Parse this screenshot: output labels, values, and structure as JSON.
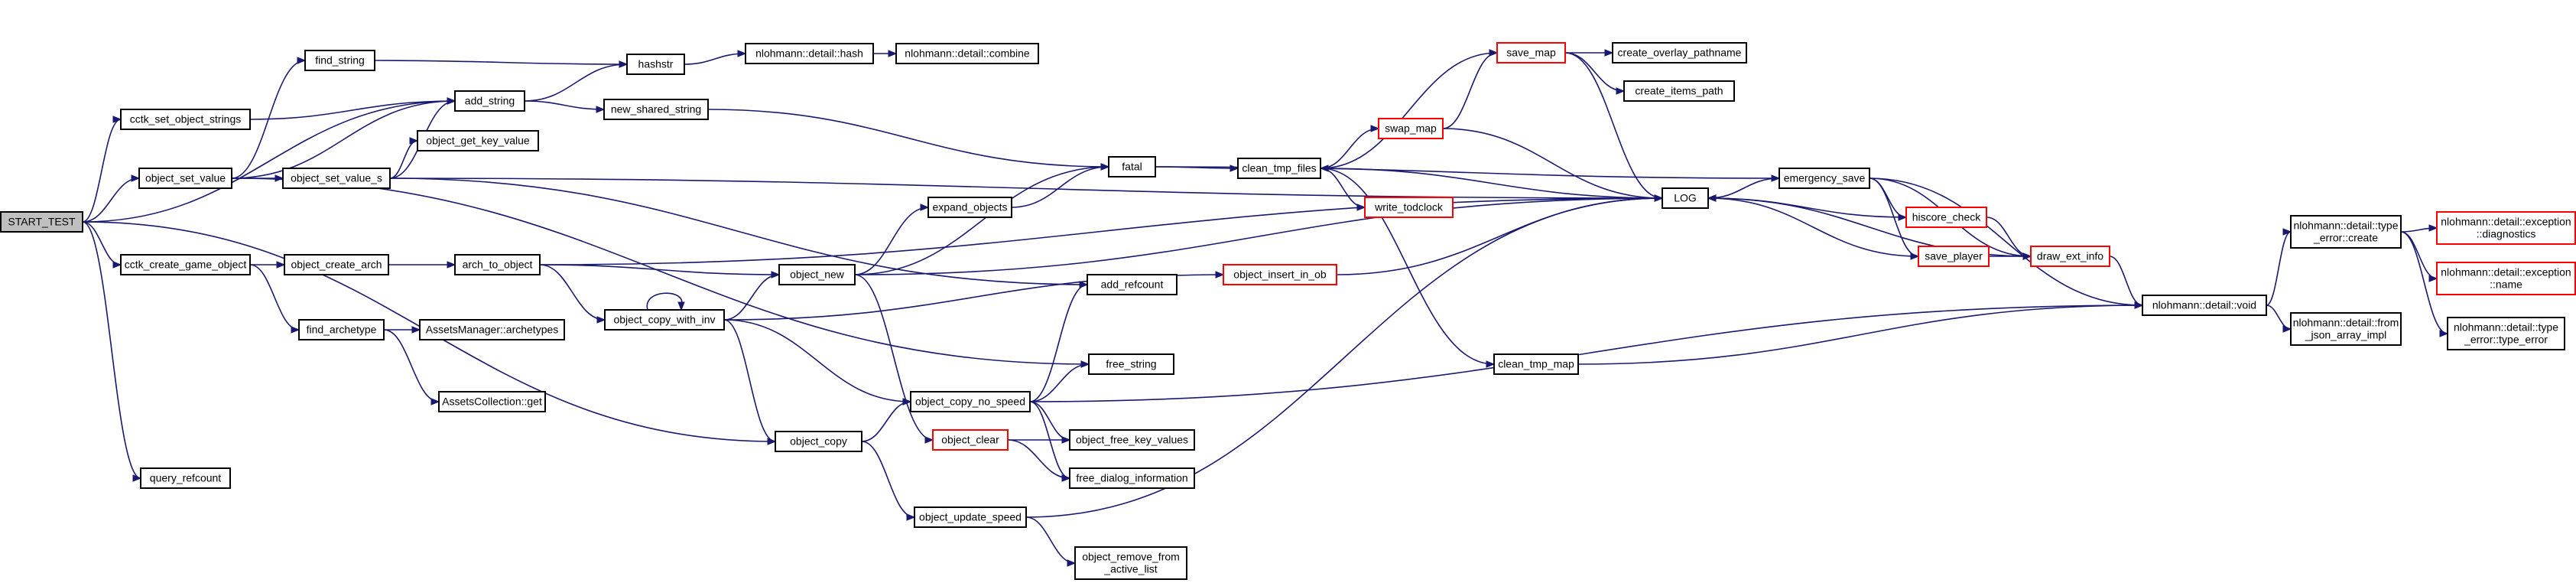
{
  "diagram": {
    "colors": {
      "edge": "#191970",
      "normal_border": "#000000",
      "truncated_border": "#ff0000",
      "root_fill": "#bfbfbf",
      "node_fill": "#ffffff"
    },
    "nodes": [
      {
        "id": "start_test",
        "lines": [
          "START_TEST"
        ],
        "style": "root"
      },
      {
        "id": "cctk_set_object_strings",
        "lines": [
          "cctk_set_object_strings"
        ],
        "style": "normal"
      },
      {
        "id": "object_set_value",
        "lines": [
          "object_set_value"
        ],
        "style": "normal"
      },
      {
        "id": "cctk_create_game_object",
        "lines": [
          "cctk_create_game_object"
        ],
        "style": "normal"
      },
      {
        "id": "query_refcount",
        "lines": [
          "query_refcount"
        ],
        "style": "normal"
      },
      {
        "id": "find_string",
        "lines": [
          "find_string"
        ],
        "style": "normal"
      },
      {
        "id": "add_string",
        "lines": [
          "add_string"
        ],
        "style": "normal"
      },
      {
        "id": "object_set_value_s",
        "lines": [
          "object_set_value_s"
        ],
        "style": "normal"
      },
      {
        "id": "object_get_key_value",
        "lines": [
          "object_get_key_value"
        ],
        "style": "normal"
      },
      {
        "id": "object_create_arch",
        "lines": [
          "object_create_arch"
        ],
        "style": "normal"
      },
      {
        "id": "find_archetype",
        "lines": [
          "find_archetype"
        ],
        "style": "normal"
      },
      {
        "id": "assets_manager_archetypes",
        "lines": [
          "AssetsManager::archetypes"
        ],
        "style": "normal"
      },
      {
        "id": "assets_collection_get",
        "lines": [
          "AssetsCollection::get"
        ],
        "style": "normal"
      },
      {
        "id": "hashstr",
        "lines": [
          "hashstr"
        ],
        "style": "normal"
      },
      {
        "id": "nlohmann_detail_hash",
        "lines": [
          "nlohmann::detail::hash"
        ],
        "style": "normal"
      },
      {
        "id": "nlohmann_detail_combine",
        "lines": [
          "nlohmann::detail::combine"
        ],
        "style": "normal"
      },
      {
        "id": "new_shared_string",
        "lines": [
          "new_shared_string"
        ],
        "style": "normal"
      },
      {
        "id": "arch_to_object",
        "lines": [
          "arch_to_object"
        ],
        "style": "normal"
      },
      {
        "id": "object_new",
        "lines": [
          "object_new"
        ],
        "style": "normal"
      },
      {
        "id": "object_copy_with_inv",
        "lines": [
          "object_copy_with_inv"
        ],
        "style": "normal"
      },
      {
        "id": "object_copy",
        "lines": [
          "object_copy"
        ],
        "style": "normal"
      },
      {
        "id": "expand_objects",
        "lines": [
          "expand_objects"
        ],
        "style": "normal"
      },
      {
        "id": "fatal",
        "lines": [
          "fatal"
        ],
        "style": "normal"
      },
      {
        "id": "add_refcount",
        "lines": [
          "add_refcount"
        ],
        "style": "normal"
      },
      {
        "id": "free_string",
        "lines": [
          "free_string"
        ],
        "style": "normal"
      },
      {
        "id": "object_copy_no_speed",
        "lines": [
          "object_copy_no_speed"
        ],
        "style": "normal"
      },
      {
        "id": "object_clear",
        "lines": [
          "object_clear"
        ],
        "style": "truncated"
      },
      {
        "id": "object_free_key_values",
        "lines": [
          "object_free_key_values"
        ],
        "style": "normal"
      },
      {
        "id": "free_dialog_information",
        "lines": [
          "free_dialog_information"
        ],
        "style": "normal"
      },
      {
        "id": "object_update_speed",
        "lines": [
          "object_update_speed"
        ],
        "style": "normal"
      },
      {
        "id": "object_remove_from_active_list",
        "lines": [
          "object_remove_from",
          "_active_list"
        ],
        "style": "normal"
      },
      {
        "id": "object_insert_in_ob",
        "lines": [
          "object_insert_in_ob"
        ],
        "style": "truncated"
      },
      {
        "id": "clean_tmp_files",
        "lines": [
          "clean_tmp_files"
        ],
        "style": "normal"
      },
      {
        "id": "save_map",
        "lines": [
          "save_map"
        ],
        "style": "truncated"
      },
      {
        "id": "swap_map",
        "lines": [
          "swap_map"
        ],
        "style": "truncated"
      },
      {
        "id": "write_todclock",
        "lines": [
          "write_todclock"
        ],
        "style": "truncated"
      },
      {
        "id": "clean_tmp_map",
        "lines": [
          "clean_tmp_map"
        ],
        "style": "normal"
      },
      {
        "id": "create_overlay_pathname",
        "lines": [
          "create_overlay_pathname"
        ],
        "style": "normal"
      },
      {
        "id": "create_items_path",
        "lines": [
          "create_items_path"
        ],
        "style": "normal"
      },
      {
        "id": "log",
        "lines": [
          "LOG"
        ],
        "style": "normal"
      },
      {
        "id": "emergency_save",
        "lines": [
          "emergency_save"
        ],
        "style": "normal"
      },
      {
        "id": "hiscore_check",
        "lines": [
          "hiscore_check"
        ],
        "style": "truncated"
      },
      {
        "id": "save_player",
        "lines": [
          "save_player"
        ],
        "style": "truncated"
      },
      {
        "id": "draw_ext_info",
        "lines": [
          "draw_ext_info"
        ],
        "style": "truncated"
      },
      {
        "id": "nlohmann_detail_void",
        "lines": [
          "nlohmann::detail::void"
        ],
        "style": "normal"
      },
      {
        "id": "nlohmann_type_error_create",
        "lines": [
          "nlohmann::detail::type",
          "_error::create"
        ],
        "style": "normal"
      },
      {
        "id": "nlohmann_from_json_array_impl",
        "lines": [
          "nlohmann::detail::from",
          "_json_array_impl"
        ],
        "style": "normal"
      },
      {
        "id": "nlohmann_exception_diagnostics",
        "lines": [
          "nlohmann::detail::exception",
          "::diagnostics"
        ],
        "style": "truncated"
      },
      {
        "id": "nlohmann_exception_name",
        "lines": [
          "nlohmann::detail::exception",
          "::name"
        ],
        "style": "truncated"
      },
      {
        "id": "nlohmann_type_error_type_error",
        "lines": [
          "nlohmann::detail::type",
          "_error::type_error"
        ],
        "style": "normal"
      }
    ],
    "edges": [
      [
        "start_test",
        "cctk_set_object_strings"
      ],
      [
        "start_test",
        "object_set_value"
      ],
      [
        "start_test",
        "cctk_create_game_object"
      ],
      [
        "start_test",
        "query_refcount"
      ],
      [
        "start_test",
        "add_string"
      ],
      [
        "start_test",
        "object_copy"
      ],
      [
        "cctk_set_object_strings",
        "add_string"
      ],
      [
        "object_set_value",
        "find_string"
      ],
      [
        "object_set_value",
        "add_string"
      ],
      [
        "object_set_value",
        "object_set_value_s"
      ],
      [
        "object_set_value",
        "free_string"
      ],
      [
        "object_set_value_s",
        "add_string"
      ],
      [
        "object_set_value_s",
        "object_get_key_value"
      ],
      [
        "object_set_value_s",
        "add_refcount"
      ],
      [
        "object_set_value_s",
        "log"
      ],
      [
        "cctk_create_game_object",
        "object_create_arch"
      ],
      [
        "cctk_create_game_object",
        "find_archetype"
      ],
      [
        "object_create_arch",
        "arch_to_object"
      ],
      [
        "find_archetype",
        "assets_manager_archetypes"
      ],
      [
        "find_archetype",
        "assets_collection_get"
      ],
      [
        "find_string",
        "hashstr"
      ],
      [
        "add_string",
        "hashstr"
      ],
      [
        "add_string",
        "new_shared_string"
      ],
      [
        "hashstr",
        "nlohmann_detail_hash"
      ],
      [
        "nlohmann_detail_hash",
        "nlohmann_detail_combine"
      ],
      [
        "new_shared_string",
        "fatal"
      ],
      [
        "arch_to_object",
        "object_new"
      ],
      [
        "arch_to_object",
        "object_copy_with_inv"
      ],
      [
        "arch_to_object",
        "log"
      ],
      [
        "object_copy_with_inv",
        "object_copy_with_inv"
      ],
      [
        "object_copy_with_inv",
        "object_new"
      ],
      [
        "object_copy_with_inv",
        "object_copy"
      ],
      [
        "object_copy_with_inv",
        "object_insert_in_ob"
      ],
      [
        "object_copy_with_inv",
        "object_copy_no_speed"
      ],
      [
        "object_new",
        "expand_objects"
      ],
      [
        "object_new",
        "fatal"
      ],
      [
        "object_new",
        "log"
      ],
      [
        "object_new",
        "object_clear"
      ],
      [
        "expand_objects",
        "fatal"
      ],
      [
        "object_copy",
        "object_copy_no_speed"
      ],
      [
        "object_copy",
        "object_update_speed"
      ],
      [
        "object_copy_no_speed",
        "add_refcount"
      ],
      [
        "object_copy_no_speed",
        "free_string"
      ],
      [
        "object_copy_no_speed",
        "object_free_key_values"
      ],
      [
        "object_copy_no_speed",
        "free_dialog_information"
      ],
      [
        "object_copy_no_speed",
        "nlohmann_detail_void"
      ],
      [
        "object_clear",
        "object_free_key_values"
      ],
      [
        "object_clear",
        "free_dialog_information"
      ],
      [
        "object_update_speed",
        "object_remove_from_active_list"
      ],
      [
        "object_update_speed",
        "log"
      ],
      [
        "object_insert_in_ob",
        "log"
      ],
      [
        "fatal",
        "clean_tmp_files"
      ],
      [
        "fatal",
        "emergency_save"
      ],
      [
        "clean_tmp_files",
        "save_map"
      ],
      [
        "clean_tmp_files",
        "swap_map"
      ],
      [
        "clean_tmp_files",
        "write_todclock"
      ],
      [
        "clean_tmp_files",
        "clean_tmp_map"
      ],
      [
        "save_map",
        "create_overlay_pathname"
      ],
      [
        "save_map",
        "create_items_path"
      ],
      [
        "save_map",
        "log"
      ],
      [
        "swap_map",
        "save_map"
      ],
      [
        "swap_map",
        "log"
      ],
      [
        "log",
        "clean_tmp_files"
      ],
      [
        "clean_tmp_map",
        "nlohmann_detail_void"
      ],
      [
        "emergency_save",
        "log"
      ],
      [
        "emergency_save",
        "hiscore_check"
      ],
      [
        "emergency_save",
        "save_player"
      ],
      [
        "emergency_save",
        "draw_ext_info"
      ],
      [
        "emergency_save",
        "nlohmann_detail_void"
      ],
      [
        "hiscore_check",
        "log"
      ],
      [
        "hiscore_check",
        "draw_ext_info"
      ],
      [
        "save_player",
        "log"
      ],
      [
        "save_player",
        "draw_ext_info"
      ],
      [
        "draw_ext_info",
        "log"
      ],
      [
        "draw_ext_info",
        "nlohmann_detail_void"
      ],
      [
        "nlohmann_detail_void",
        "nlohmann_type_error_create"
      ],
      [
        "nlohmann_detail_void",
        "nlohmann_from_json_array_impl"
      ],
      [
        "nlohmann_type_error_create",
        "nlohmann_exception_diagnostics"
      ],
      [
        "nlohmann_type_error_create",
        "nlohmann_exception_name"
      ],
      [
        "nlohmann_type_error_create",
        "nlohmann_type_error_type_error"
      ]
    ]
  }
}
